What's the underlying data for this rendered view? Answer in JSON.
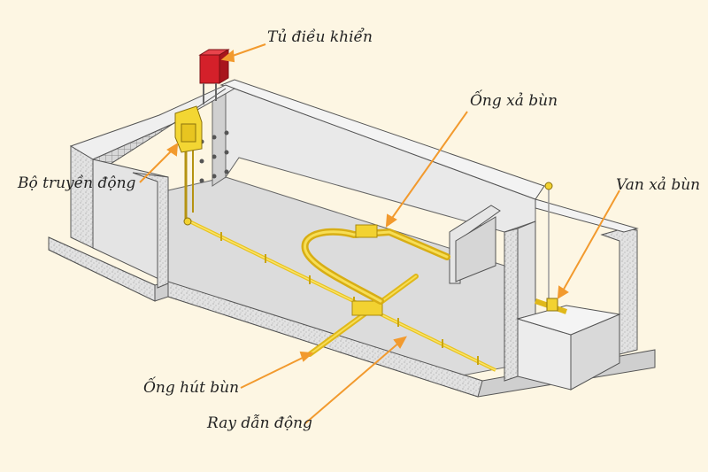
{
  "labels": {
    "control_cabinet": "Tủ điều khiển",
    "drive_unit": "Bộ truyền động",
    "sludge_discharge_pipe": "Ống xả bùn",
    "sludge_discharge_valve": "Van xả bùn",
    "sludge_suction_pipe": "Ống hút bùn",
    "drive_rail": "Ray dẫn động"
  },
  "colors": {
    "background": "#fdf6e3",
    "concrete_face": "#e4e4e4",
    "concrete_top": "#f0f0f0",
    "concrete_dark": "#c8c8c8",
    "pipe_yellow": "#f2d231",
    "cabinet_red": "#d4202a",
    "leader_orange": "#f29a2e"
  }
}
